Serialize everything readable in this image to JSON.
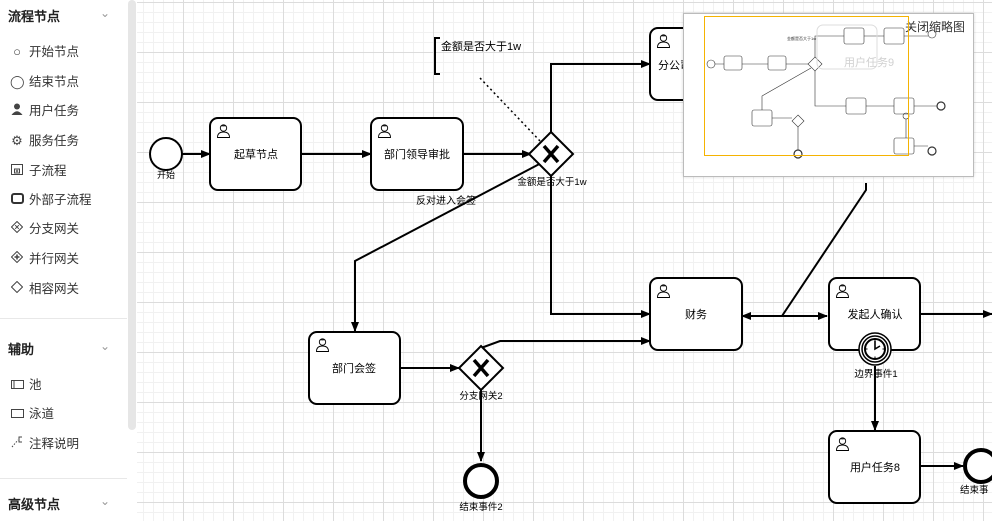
{
  "palette": {
    "groups": [
      {
        "title": "流程节点",
        "items": [
          {
            "label": "开始节点",
            "icon": "start-event-icon"
          },
          {
            "label": "结束节点",
            "icon": "end-event-icon"
          },
          {
            "label": "用户任务",
            "icon": "user-task-icon"
          },
          {
            "label": "服务任务",
            "icon": "service-task-icon"
          },
          {
            "label": "子流程",
            "icon": "subprocess-icon"
          },
          {
            "label": "外部子流程",
            "icon": "call-activity-icon"
          },
          {
            "label": "分支网关",
            "icon": "exclusive-gateway-icon"
          },
          {
            "label": "并行网关",
            "icon": "parallel-gateway-icon"
          },
          {
            "label": "相容网关",
            "icon": "inclusive-gateway-icon"
          }
        ]
      },
      {
        "title": "辅助",
        "items": [
          {
            "label": "池",
            "icon": "pool-icon"
          },
          {
            "label": "泳道",
            "icon": "lane-icon"
          },
          {
            "label": "注释说明",
            "icon": "annotation-icon"
          }
        ]
      },
      {
        "title": "高级节点",
        "items": []
      }
    ]
  },
  "diagram": {
    "start_label": "开始",
    "tasks": {
      "draft": "起草节点",
      "dept_approve": "部门领导审批",
      "dept_sign": "部门会签",
      "finance": "财务",
      "initiator_confirm": "发起人确认",
      "user_task_8": "用户任务8",
      "branch_partial": "分公司"
    },
    "gateways": {
      "amount_check": "金额是否大于1w",
      "branch2": "分支网关2"
    },
    "annotation": "金额是否大于1w",
    "flow_label": "反对进入会签",
    "boundary_event": "边界事件1",
    "end_events": {
      "end2": "结束事件2",
      "end_right": "结束事"
    },
    "minimap_task": "用户任务9"
  },
  "minimap": {
    "close_label": "关闭缩略图"
  }
}
